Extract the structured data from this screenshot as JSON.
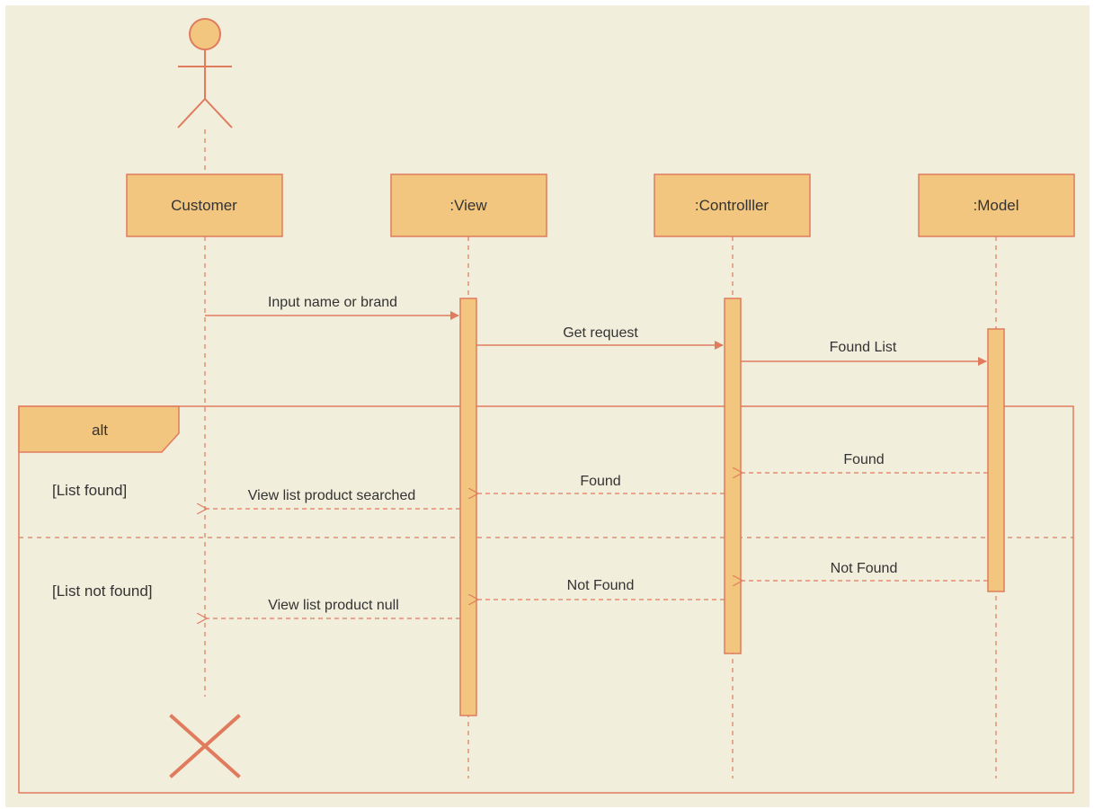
{
  "diagram": {
    "type": "sequence",
    "colors": {
      "background": "#f2eedc",
      "line": "#e07b5e",
      "fill": "#f2c67e",
      "stroke": "#e07b5e",
      "text": "#333333"
    },
    "actor": {
      "name": "Customer",
      "icon": "stick-figure-icon"
    },
    "participants": [
      {
        "id": "customer",
        "label": "Customer"
      },
      {
        "id": "view",
        "label": ":View"
      },
      {
        "id": "controller",
        "label": ":Controlller"
      },
      {
        "id": "model",
        "label": ":Model"
      }
    ],
    "messages": [
      {
        "label": "Input name or brand",
        "from": "Customer",
        "to": ":View",
        "kind": "sync"
      },
      {
        "label": "Get request",
        "from": ":View",
        "to": ":Controlller",
        "kind": "sync"
      },
      {
        "label": "Found List",
        "from": ":Controlller",
        "to": ":Model",
        "kind": "sync"
      },
      {
        "label": "Found",
        "from": ":Model",
        "to": ":Controlller",
        "kind": "return"
      },
      {
        "label": "Found",
        "from": ":Controlller",
        "to": ":View",
        "kind": "return"
      },
      {
        "label": "View list product searched",
        "from": ":View",
        "to": "Customer",
        "kind": "return"
      },
      {
        "label": "Not Found",
        "from": ":Model",
        "to": ":Controlller",
        "kind": "return"
      },
      {
        "label": "Not Found",
        "from": ":Controlller",
        "to": ":View",
        "kind": "return"
      },
      {
        "label": "View list product null",
        "from": ":View",
        "to": "Customer",
        "kind": "return"
      }
    ],
    "fragment": {
      "operator": "alt",
      "guards": [
        "[List found]",
        "[List not found]"
      ]
    },
    "destroy_icon": "destroy-x-icon"
  }
}
